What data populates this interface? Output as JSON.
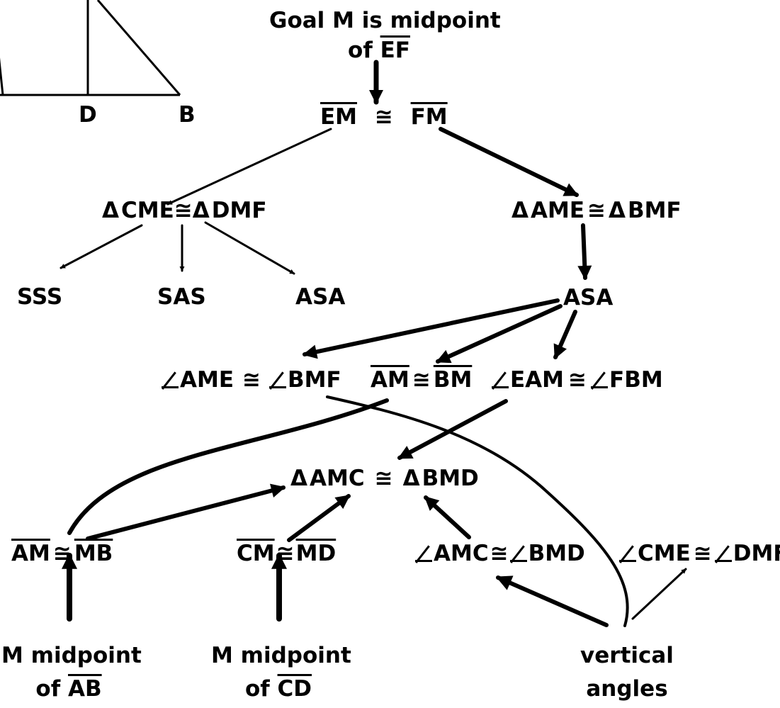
{
  "figure": {
    "point_labels": [
      "D",
      "B"
    ]
  },
  "nodes": {
    "goal_line1": "Goal M is midpoint",
    "goal_line2_prefix": "of",
    "goal_line2_seg": "EF",
    "em_fm": {
      "left": "EM",
      "rel": "≅",
      "right": "FM"
    },
    "cme_dmf": {
      "tri": "Δ",
      "left": "CME",
      "rel": "≅",
      "right": "DMF"
    },
    "ame_bmf_tri": {
      "tri": "Δ",
      "left": "AME",
      "rel": "≅",
      "right": "BMF"
    },
    "sss": "SSS",
    "sas": "SAS",
    "asa_left": "ASA",
    "asa_right": "ASA",
    "angle_ame_bmf": {
      "left": "AME",
      "rel": "≅",
      "right": "BMF"
    },
    "am_bm": {
      "left": "AM",
      "rel": "≅",
      "right": "BM"
    },
    "angle_eam_fbm": {
      "left": "EAM",
      "rel": "≅",
      "right": "FBM"
    },
    "amc_bmd": {
      "tri": "Δ",
      "left": "AMC",
      "rel": "≅",
      "right": "BMD"
    },
    "am_mb": {
      "left": "AM",
      "rel": "≅",
      "right": "MB"
    },
    "cm_md": {
      "left": "CM",
      "rel": "≅",
      "right": "MD"
    },
    "angle_amc_bmd": {
      "left": "AMC",
      "rel": "≅",
      "right": "BMD"
    },
    "angle_cme_dmf": {
      "left": "CME",
      "rel": "≅",
      "right": "DMF"
    },
    "m_mid_ab": {
      "line1": "M midpoint",
      "prefix": "of",
      "seg": "AB"
    },
    "m_mid_cd": {
      "line1": "M midpoint",
      "prefix": "of",
      "seg": "CD"
    },
    "vertical_angles": {
      "line1": "vertical",
      "line2": "angles"
    }
  }
}
